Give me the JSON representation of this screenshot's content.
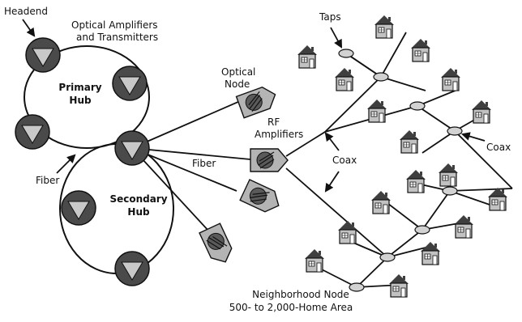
{
  "labels": {
    "headend": "Headend",
    "optical_amps_line1": "Optical Amplifiers",
    "optical_amps_line2": "and Transmitters",
    "primary_hub_line1": "Primary",
    "primary_hub_line2": "Hub",
    "secondary_hub_line1": "Secondary",
    "secondary_hub_line2": "Hub",
    "fiber_left": "Fiber",
    "fiber_right": "Fiber",
    "optical_node_line1": "Optical",
    "optical_node_line2": "Node",
    "rf_amps_line1": "RF",
    "rf_amps_line2": "Amplifiers",
    "taps": "Taps",
    "coax_center": "Coax",
    "coax_right": "Coax",
    "neighborhood_line1": "Neighborhood Node",
    "neighborhood_line2": "500- to 2,000-Home Area"
  },
  "colors": {
    "hub_circle": "#4a4a4a",
    "hub_triangle": "#c8c8c8",
    "node_body": "#b4b4b4",
    "node_disc": "#5a5a5a",
    "house_body": "#c2c2c2",
    "house_roof": "#3f3f3f",
    "tap_fill": "#d2d2d2",
    "line": "#111111"
  }
}
